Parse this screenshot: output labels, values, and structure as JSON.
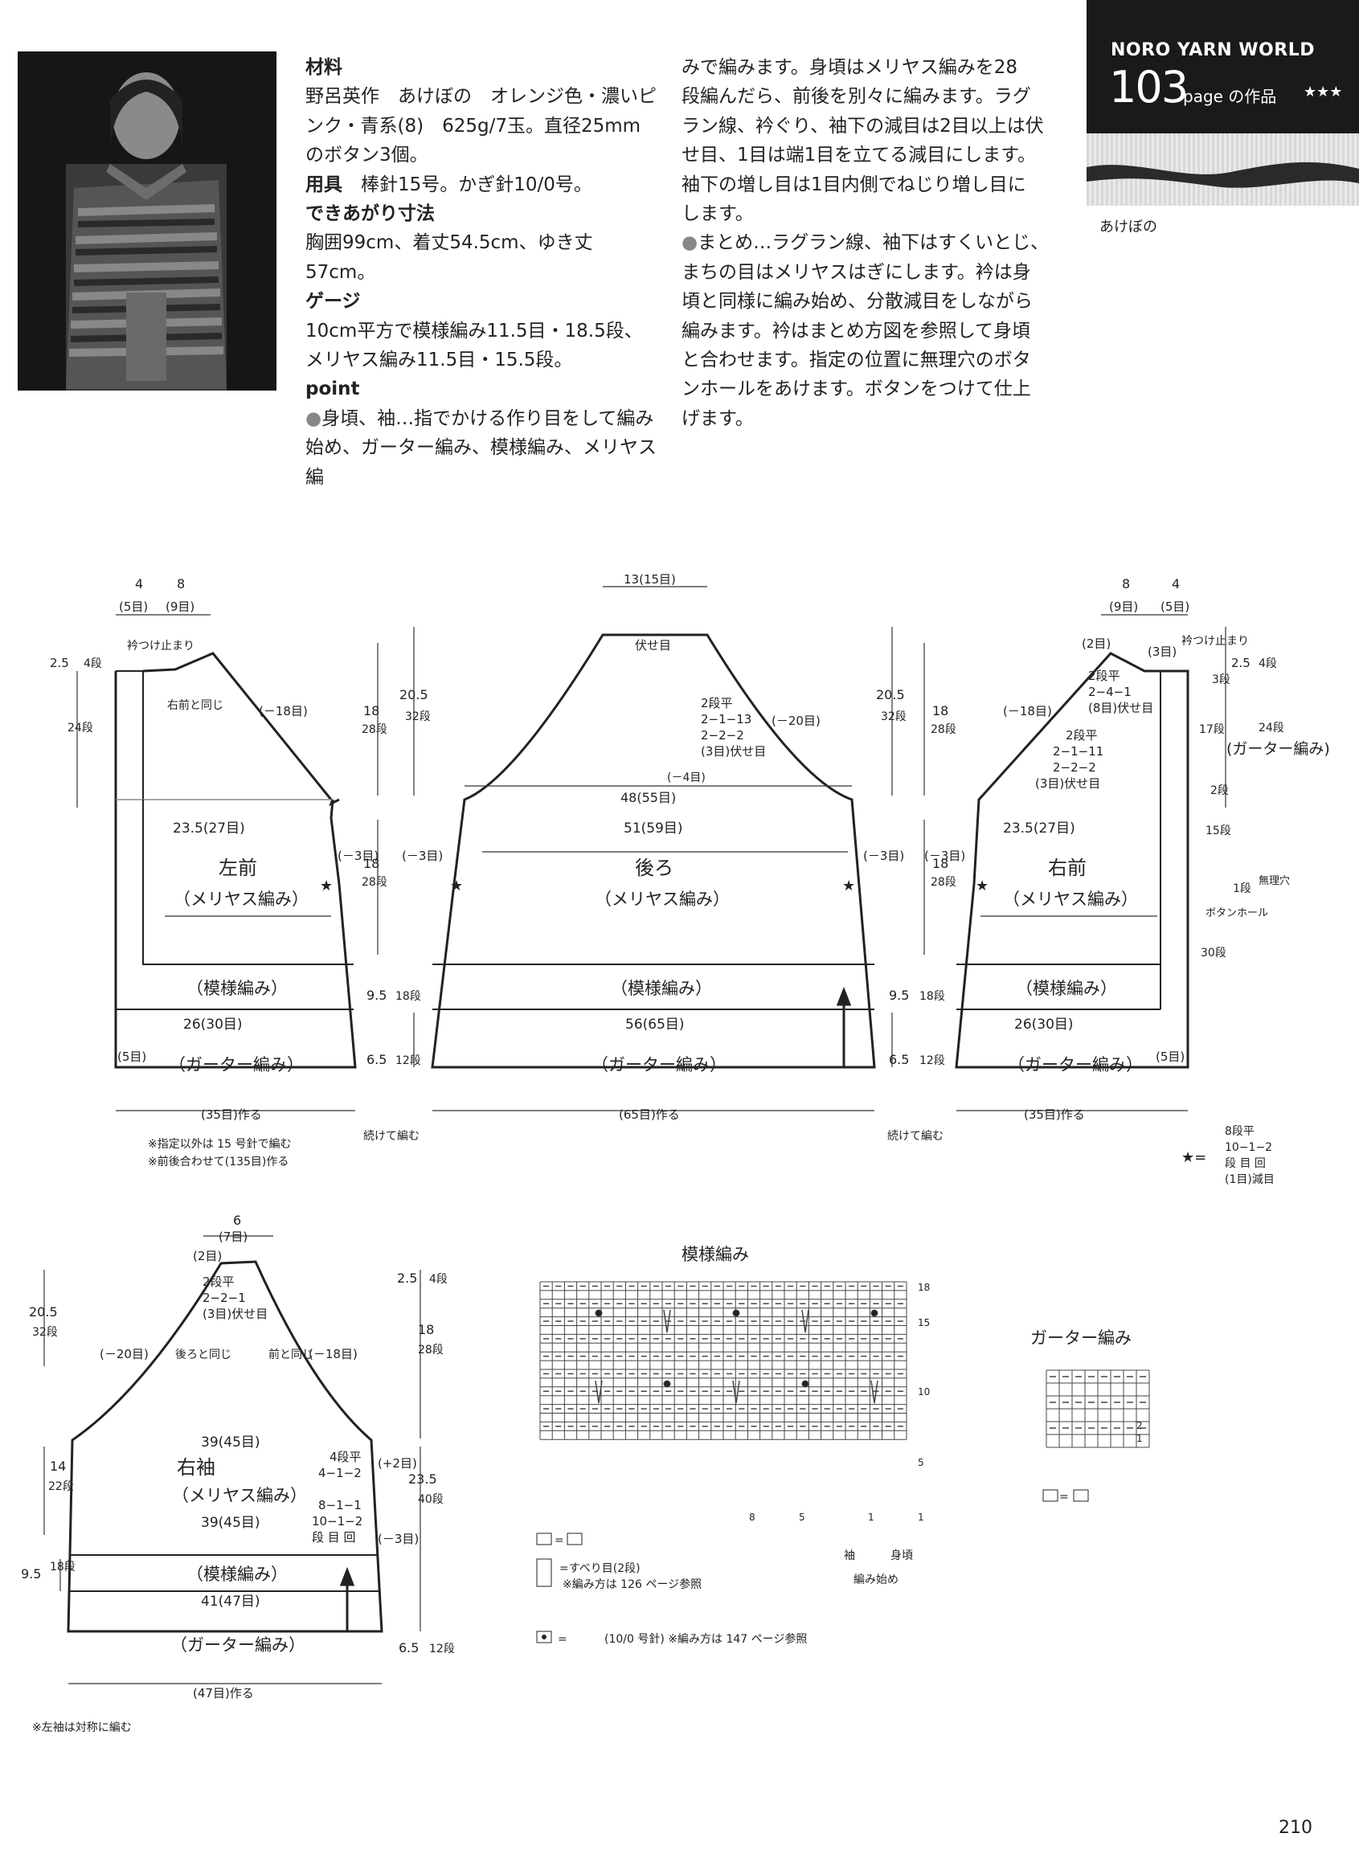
{
  "photo": {
    "alt_icon": "model-photo-icon"
  },
  "text_col1": [
    {
      "type": "h",
      "text": "材料"
    },
    {
      "type": "p",
      "text": "野呂英作　あけぼの　オレンジ色・濃いピ"
    },
    {
      "type": "p",
      "text": "ンク・青系(8)　625g/7玉。直径25mm"
    },
    {
      "type": "p",
      "text": "のボタン3個。"
    },
    {
      "type": "hp",
      "head": "用具",
      "text": "　棒針15号。かぎ針10/0号。"
    },
    {
      "type": "h",
      "text": "できあがり寸法"
    },
    {
      "type": "p",
      "text": "胸囲99cm、着丈54.5cm、ゆき丈57cm。"
    },
    {
      "type": "h",
      "text": "ゲージ"
    },
    {
      "type": "p",
      "text": "10cm平方で模様編み11.5目・18.5段、"
    },
    {
      "type": "p",
      "text": "メリヤス編み11.5目・15.5段。"
    },
    {
      "type": "h",
      "text": "point"
    },
    {
      "type": "dp",
      "text": "身頃、袖…指でかける作り目をして編み"
    },
    {
      "type": "p",
      "text": "始め、ガーター編み、模様編み、メリヤス編"
    }
  ],
  "text_col2": [
    {
      "type": "p",
      "text": "みで編みます。身頃はメリヤス編みを28"
    },
    {
      "type": "p",
      "text": "段編んだら、前後を別々に編みます。ラグ"
    },
    {
      "type": "p",
      "text": "ラン線、衿ぐり、袖下の減目は2目以上は伏"
    },
    {
      "type": "p",
      "text": "せ目、1目は端1目を立てる減目にします。"
    },
    {
      "type": "p",
      "text": "袖下の増し目は1目内側でねじり増し目に"
    },
    {
      "type": "p",
      "text": "します。"
    },
    {
      "type": "dp",
      "text": "まとめ…ラグラン線、袖下はすくいとじ、"
    },
    {
      "type": "p",
      "text": "まちの目はメリヤスはぎにします。衿は身"
    },
    {
      "type": "p",
      "text": "頃と同様に編み始め、分散減目をしながら"
    },
    {
      "type": "p",
      "text": "編みます。衿はまとめ方図を参照して身頃"
    },
    {
      "type": "p",
      "text": "と合わせます。指定の位置に無理穴のボタ"
    },
    {
      "type": "p",
      "text": "ンホールをあけます。ボタンをつけて仕上"
    },
    {
      "type": "p",
      "text": "げます。"
    }
  ],
  "badge": {
    "brand": "NORO YARN WORLD",
    "page_num": "103",
    "page_suffix": "page の作品",
    "stars": "★★★"
  },
  "yarn_label": "あけぼの",
  "diagram": {
    "left_front": {
      "title": "左前",
      "sub": "（メリヤス編み）",
      "pattern": "（模様編み）",
      "garter": "（ガーター編み）",
      "top_w1": "4",
      "top_w2": "8",
      "top_s1": "(5目)",
      "top_s2": "(9目)",
      "collar": "衿つけ止まり",
      "h1": "2.5",
      "h1s": "4段",
      "h2s": "24段",
      "same": "右前と同じ",
      "dec": "(－18目)",
      "w_mid": "23.5(27目)",
      "dec3": "(－3目)",
      "w_low": "26(30目)",
      "edge": "(5目)",
      "cast": "(35目)作る",
      "notes1": "※指定以外は 15 号針で編む",
      "notes2": "※前後合わせて(135目)作る"
    },
    "back": {
      "title": "後ろ",
      "sub": "（メリヤス編み）",
      "pattern": "（模様編み）",
      "garter": "（ガーター編み）",
      "top": "13(15目)",
      "bind": "伏せ目",
      "rag1": "2段平",
      "rag2": "2−1−13",
      "rag3": "2−2−2",
      "rag4": "(3目)伏せ目",
      "dec20": "(－20目)",
      "dec4": "(－4目)",
      "w48": "48(55目)",
      "w51": "51(59目)",
      "w56": "56(65目)",
      "cast": "(65目)作る",
      "cont": "続けて編む"
    },
    "right_front": {
      "title": "右前",
      "sub": "（メリヤス編み）",
      "pattern": "（模様編み）",
      "garter": "（ガーター編み）",
      "top_w1": "8",
      "top_w2": "4",
      "top_s1": "(9目)",
      "top_s2": "(5目)",
      "collar": "衿つけ止まり",
      "two": "(2目)",
      "three": "(3目)",
      "n1": "2段平",
      "n2": "2−4−1",
      "n3": "(8目)伏せ目",
      "n4": "2段平",
      "n5": "2−1−11",
      "n6": "2−2−2",
      "n7": "(3目)伏せ目",
      "dec18": "(－18目)",
      "band": "(ガーター編み)",
      "b3": "3段",
      "b17": "17段",
      "b2": "2段",
      "b15": "15段",
      "b1": "1段",
      "b30": "30段",
      "hole": "無理穴",
      "hole2": "ボタンホール",
      "w_mid": "23.5(27目)",
      "w_low": "26(30目)",
      "edge": "(5目)",
      "cast": "(35目)作る",
      "h1": "2.5",
      "h1s": "4段",
      "h2s": "24段"
    },
    "dims": {
      "h205": "20.5",
      "h205s": "32段",
      "h18": "18",
      "h18s": "28段",
      "h95": "9.5",
      "h95s": "18段",
      "h65": "6.5",
      "h65s": "12段",
      "dec3": "(－3目)"
    },
    "star": {
      "l1": "8段平",
      "l2": "10−1−2",
      "l3": "段 目 回",
      "l4": "(1目)減目"
    },
    "sleeve": {
      "title": "右袖",
      "sub": "（メリヤス編み）",
      "pattern": "（模様編み）",
      "garter": "（ガーター編み）",
      "top": "6",
      "tops": "(7目)",
      "two": "(2目)",
      "r1": "2段平",
      "r2": "2−2−1",
      "r3": "(3目)伏せ目",
      "dec20": "(－20目)",
      "dec18": "(－18目)",
      "back_same": "後ろと同じ",
      "front_same": "前と同じ",
      "w39": "39(45目)",
      "inc1": "4段平",
      "inc2": "4−1−2",
      "inc3": "8−1−1",
      "inc4": "10−1−2",
      "inc5": "段 目 回",
      "plus2": "(+2目)",
      "dec3": "(－3目)",
      "w41": "41(47目)",
      "cast": "(47目)作る",
      "h205": "20.5",
      "h205s": "32段",
      "h14": "14",
      "h14s": "22段",
      "h95": "9.5",
      "h95s": "18段",
      "h25": "2.5",
      "h25s": "4段",
      "h18": "18",
      "h18s": "28段",
      "h235": "23.5",
      "h235s": "40段",
      "h65": "6.5",
      "h65s": "12段",
      "note": "※左袖は対称に編む"
    },
    "chart": {
      "title": "模様編み",
      "rows": [
        "18",
        "15",
        "10",
        "5",
        "1"
      ],
      "cols": [
        "8",
        "5",
        "1"
      ],
      "legend1": "=",
      "legend2": "=すべり目(2段)",
      "legend3": "※編み方は 126 ページ参照",
      "legend4": "=",
      "legend5": "(10/0 号針) ※編み方は 147 ページ参照",
      "sleeve": "袖",
      "body": "身頃",
      "start": "編み始め"
    },
    "garter_chart": {
      "title": "ガーター編み",
      "rows": [
        "2",
        "1"
      ],
      "legend": "="
    }
  },
  "page_number": "210"
}
